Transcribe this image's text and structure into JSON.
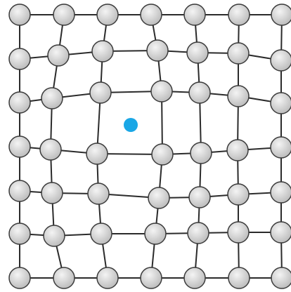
{
  "diagram": {
    "kind": "lattice-with-vacancy-defect",
    "rows": 7,
    "cols": 7,
    "colors": {
      "background": "#ffffff",
      "bond": "#2b2b2b",
      "atom_fill_light": "#f4f4f4",
      "atom_fill_dark": "#b9b9b9",
      "atom_stroke": "#3a3a3a",
      "defect": "#1aa7e6"
    },
    "defect": {
      "type": "interstitial-point",
      "icon": "blue-dot"
    }
  }
}
